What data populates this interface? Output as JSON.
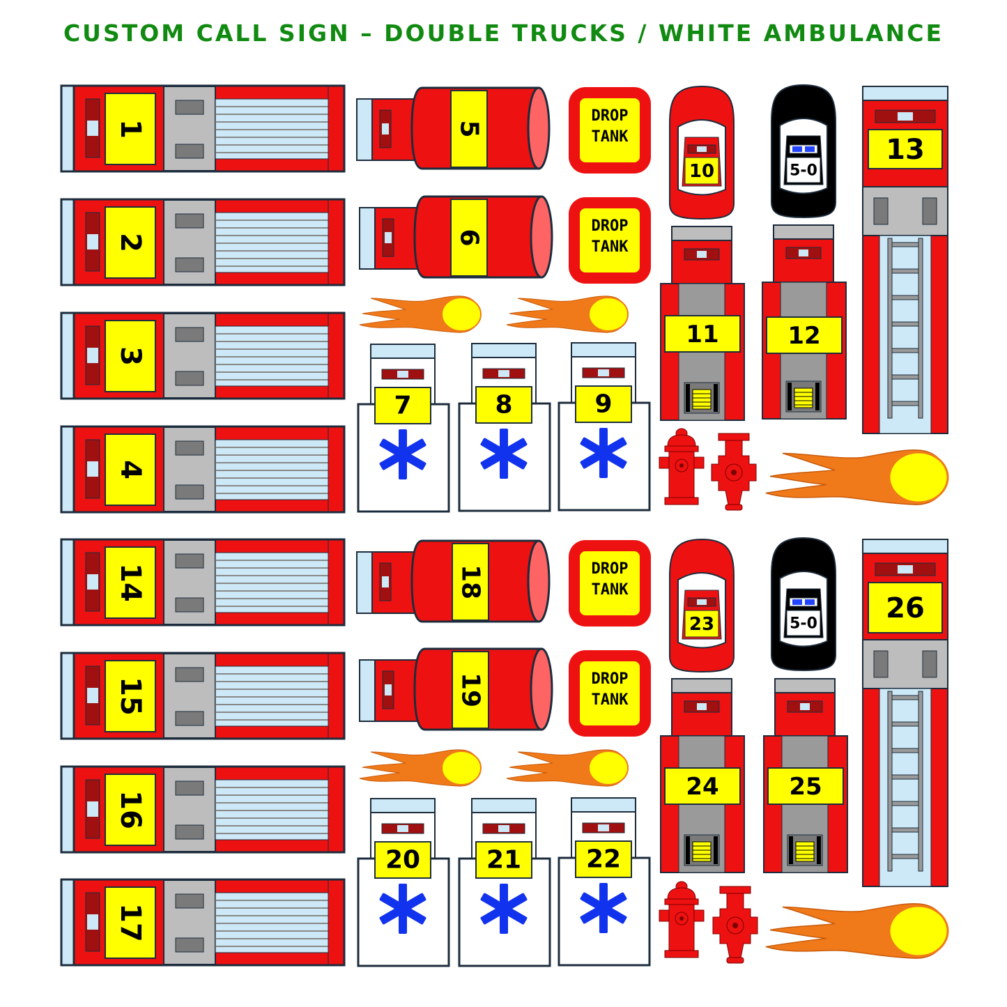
{
  "title": "CUSTOM CALL SIGN – DOUBLE TRUCKS / WHITE AMBULANCE",
  "colors": {
    "title": "#118a11",
    "red": "#ee1111",
    "dark_red": "#a01010",
    "yellow": "#ffff00",
    "light_blue": "#cde8f6",
    "gray": "#bdbdbd",
    "dark_gray": "#7a7a7a",
    "outline": "#1c2c3c",
    "star_blue": "#1133ee",
    "police_black": "#000000",
    "siren_blue": "#2244ff"
  },
  "engines": [
    "1",
    "2",
    "3",
    "4",
    "14",
    "15",
    "16",
    "17"
  ],
  "tankers": [
    "5",
    "6",
    "18",
    "19"
  ],
  "drop_tank": {
    "line1": "DROP",
    "line2": "TANK"
  },
  "chiefs": [
    "10",
    "23"
  ],
  "police": [
    "5-0",
    "5-0"
  ],
  "rescues": [
    "11",
    "12",
    "24",
    "25"
  ],
  "ladders": [
    "13",
    "26"
  ],
  "ambulances": [
    "7",
    "8",
    "9",
    "20",
    "21",
    "22"
  ],
  "icons": {
    "fireball": "fireball-icon",
    "hydrant": "fire-hydrant-icon",
    "star_of_life": "star-of-life-icon",
    "light_bar": "light-bar-icon"
  }
}
